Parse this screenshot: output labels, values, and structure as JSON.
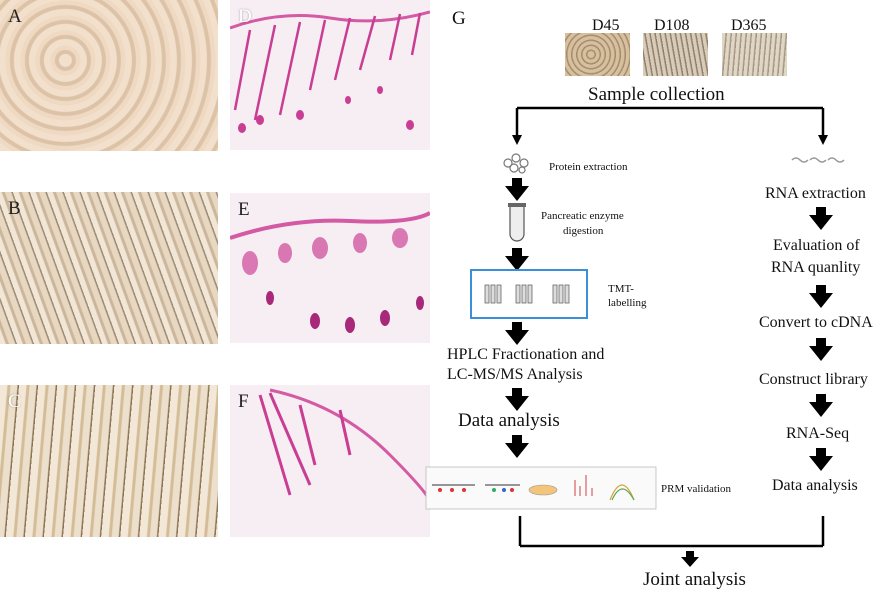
{
  "panels": {
    "a": "A",
    "b": "B",
    "c": "C",
    "d": "D",
    "e": "E",
    "f": "F",
    "g": "G"
  },
  "samples": {
    "d45": "D45",
    "d108": "D108",
    "d365": "D365",
    "collection": "Sample collection"
  },
  "protein_branch": {
    "extraction": "Protein extraction",
    "digestion_line1": "Pancreatic enzyme",
    "digestion_line2": "digestion",
    "tmt_line1": "TMT-",
    "tmt_line2": "labelling",
    "hplc_line1": "HPLC Fractionation and",
    "hplc_line2": "LC-MS/MS Analysis",
    "data_analysis": "Data analysis",
    "prm": "PRM validation"
  },
  "rna_branch": {
    "extraction": "RNA extraction",
    "evaluation_line1": "Evaluation of",
    "evaluation_line2": "RNA quanlity",
    "convert": "Convert to cDNA",
    "construct": "Construct library",
    "seq": "RNA-Seq",
    "data_analysis": "Data analysis"
  },
  "joint": "Joint analysis",
  "colors": {
    "tmt_box": "#3a8fd6",
    "stain": "#d0459a",
    "wool_light": "#f0dcc6",
    "wool_dark": "#b9a287"
  }
}
